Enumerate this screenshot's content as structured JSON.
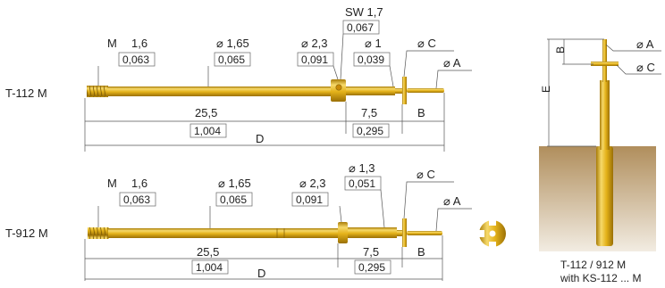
{
  "colors": {
    "brass": "#e4b21a",
    "brass_dark": "#a87c08",
    "brass_light": "#f6d96a",
    "soil": "#b89868",
    "dim_line": "#555555"
  },
  "probes": [
    {
      "model": "T-112 M",
      "thread": {
        "m": "M",
        "size": "1,6",
        "inch": "0,063"
      },
      "body_diameter": {
        "symbol": "⌀",
        "mm": "1,65",
        "inch": "0,065"
      },
      "collar_diameter": {
        "symbol": "⌀",
        "mm": "2,3",
        "inch": "0,091"
      },
      "wrench": {
        "sw": "SW 1,7",
        "inch": "0,067"
      },
      "neck_diameter": {
        "symbol": "⌀",
        "mm": "1",
        "inch": "0,039"
      },
      "flange_label": "⌀ C",
      "tip_label": "⌀ A",
      "length_main": {
        "mm": "25,5",
        "inch": "1,004"
      },
      "length_tip": {
        "mm": "7,5",
        "inch": "0,295"
      },
      "b_label": "B",
      "d_label": "D"
    },
    {
      "model": "T-912 M",
      "thread": {
        "m": "M",
        "size": "1,6",
        "inch": "0,063"
      },
      "body_diameter": {
        "symbol": "⌀",
        "mm": "1,65",
        "inch": "0,065"
      },
      "collar_diameter": {
        "symbol": "⌀",
        "mm": "2,3",
        "inch": "0,091"
      },
      "neck_diameter": {
        "symbol": "⌀",
        "mm": "1,3",
        "inch": "0,051"
      },
      "flange_label": "⌀ C",
      "tip_label": "⌀ A",
      "length_main": {
        "mm": "25,5",
        "inch": "1,004"
      },
      "length_tip": {
        "mm": "7,5",
        "inch": "0,295"
      },
      "b_label": "B",
      "d_label": "D"
    }
  ],
  "install_view": {
    "labels": {
      "a": "⌀ A",
      "c": "⌀ C",
      "b": "B",
      "e": "E"
    },
    "caption_line1": "T-112 / 912 M",
    "caption_line2": "with KS-112 ... M"
  }
}
